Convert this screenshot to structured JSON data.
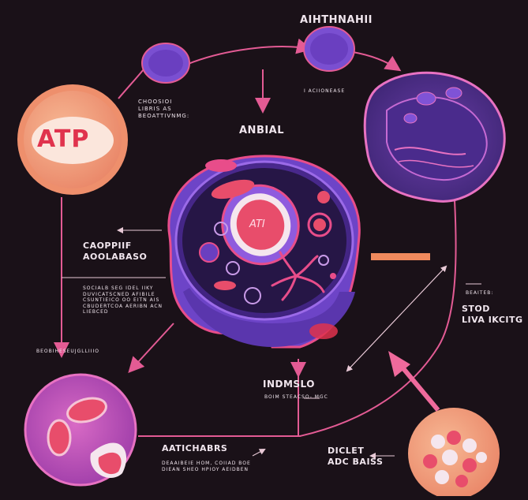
{
  "title": "AIHTHNAHII",
  "labels": {
    "top_left": "CHOOSIOI\nLIBRIS AS\nBEOATTIVNMG:",
    "top_center_small": "I ACIIONEASE",
    "center_heading": "ANBIAL",
    "left_heading": "CAOPPIIF\nAOOLABASO",
    "left_body": "SOCIALB SEG IDEL IIKY\nDUVICATSCNED AFIBILE\nCSUNTIEICO OO  EITN  AIS\nCBUDERTCOA AERIBN ACN\nLIEBCED",
    "left_bottom": "BEOBIHESEUJGLLIIIO",
    "right_small": "BEAITEB:",
    "right_heading": "STOD\nLIVA IKCITG",
    "center_bottom_heading": "INDMSLO",
    "center_bottom_small": "BOIM  STEACSO-  MGC",
    "bottom_left_heading": "AATICHABRS",
    "bottom_left_body": "DEAAIBEIE HOM,  COIIAD BOE\nDIEAN SHEO HPIOY AEIDBEN",
    "bottom_right_heading": "DICLET\nADC BAISS"
  },
  "atp": {
    "outer": "ATP",
    "inner": "ATI"
  },
  "colors": {
    "background": "#1a1118",
    "pink": "#e84d8a",
    "line": "#e35b94",
    "purple": "#6b3fbf",
    "violet": "#8f5bde",
    "red": "#e0334d",
    "peach": "#f2a37a"
  },
  "icons": [
    "atp-bubble-icon",
    "cell-icon",
    "nucleus-icon",
    "mitochondria-icon",
    "lysosome-icon",
    "organ-icon"
  ]
}
